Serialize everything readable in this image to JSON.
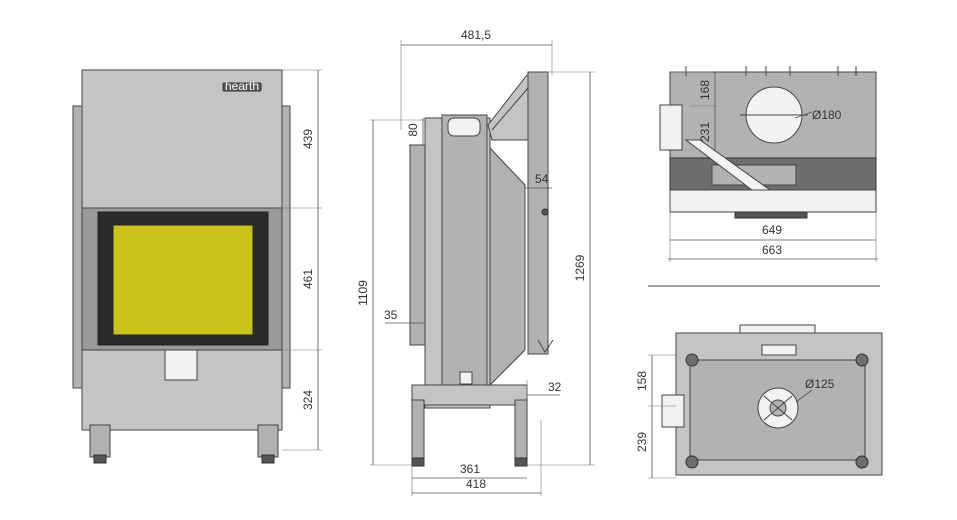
{
  "brand": "hearth",
  "front_view": {
    "dims": [
      "439",
      "461",
      "324"
    ]
  },
  "side_view": {
    "dims": [
      "481,5",
      "80",
      "1109",
      "1269",
      "54",
      "35",
      "32",
      "361",
      "418"
    ]
  },
  "top_view": {
    "dims": [
      "168",
      "231",
      "Ø180",
      "649",
      "663"
    ]
  },
  "bottom_view": {
    "dims": [
      "158",
      "239",
      "Ø125"
    ]
  },
  "colors": {
    "glass": "#c8c21a",
    "steel": "#9a9a9a",
    "dark": "#555555"
  }
}
